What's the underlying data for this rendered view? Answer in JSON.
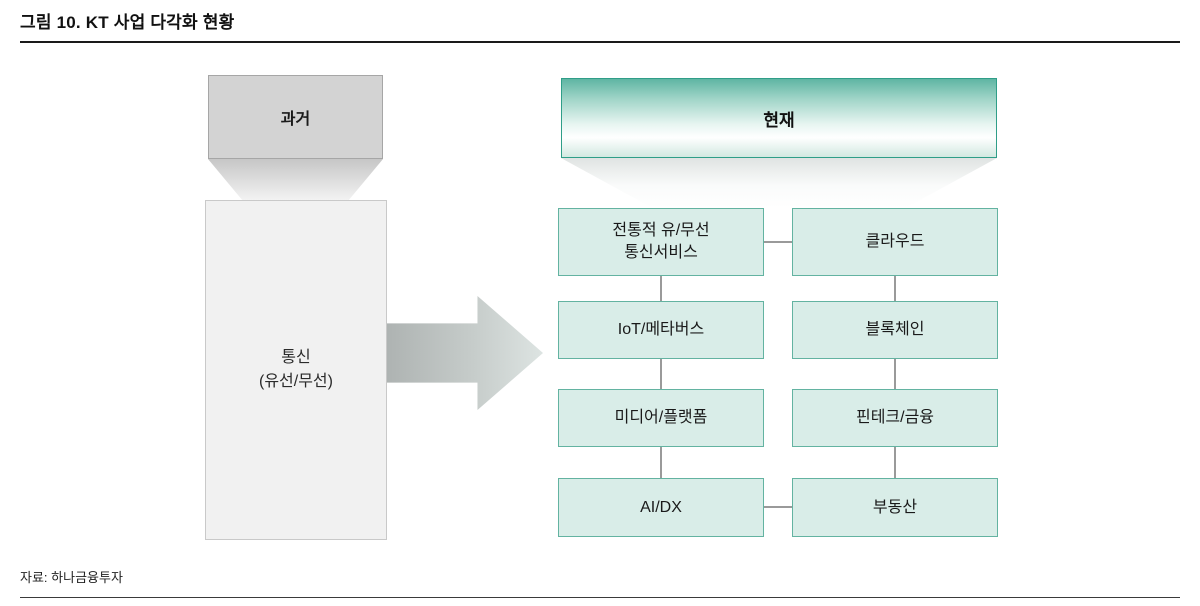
{
  "figure": {
    "title": "그림 10. KT 사업 다각화 현황",
    "source": "자료: 하나금융투자"
  },
  "past": {
    "header": "과거",
    "body": "통신\n(유선/무선)"
  },
  "present": {
    "header": "현재",
    "items_left": [
      "전통적 유/무선\n통신서비스",
      "IoT/메타버스",
      "미디어/플랫폼",
      "AI/DX"
    ],
    "items_right": [
      "클라우드",
      "블록체인",
      "핀테크/금융",
      "부동산"
    ]
  },
  "colors": {
    "teal_border": "#2f9e88",
    "teal_header_top": "#5fb5a3",
    "teal_cell_fill": "#d9ede8",
    "teal_cell_border": "#63b3a1",
    "gray_header_fill": "#d3d3d3",
    "gray_body_fill": "#f1f1f1",
    "arrow_gray": "#aeb3b2",
    "connector_gray": "#9a9a9a"
  }
}
